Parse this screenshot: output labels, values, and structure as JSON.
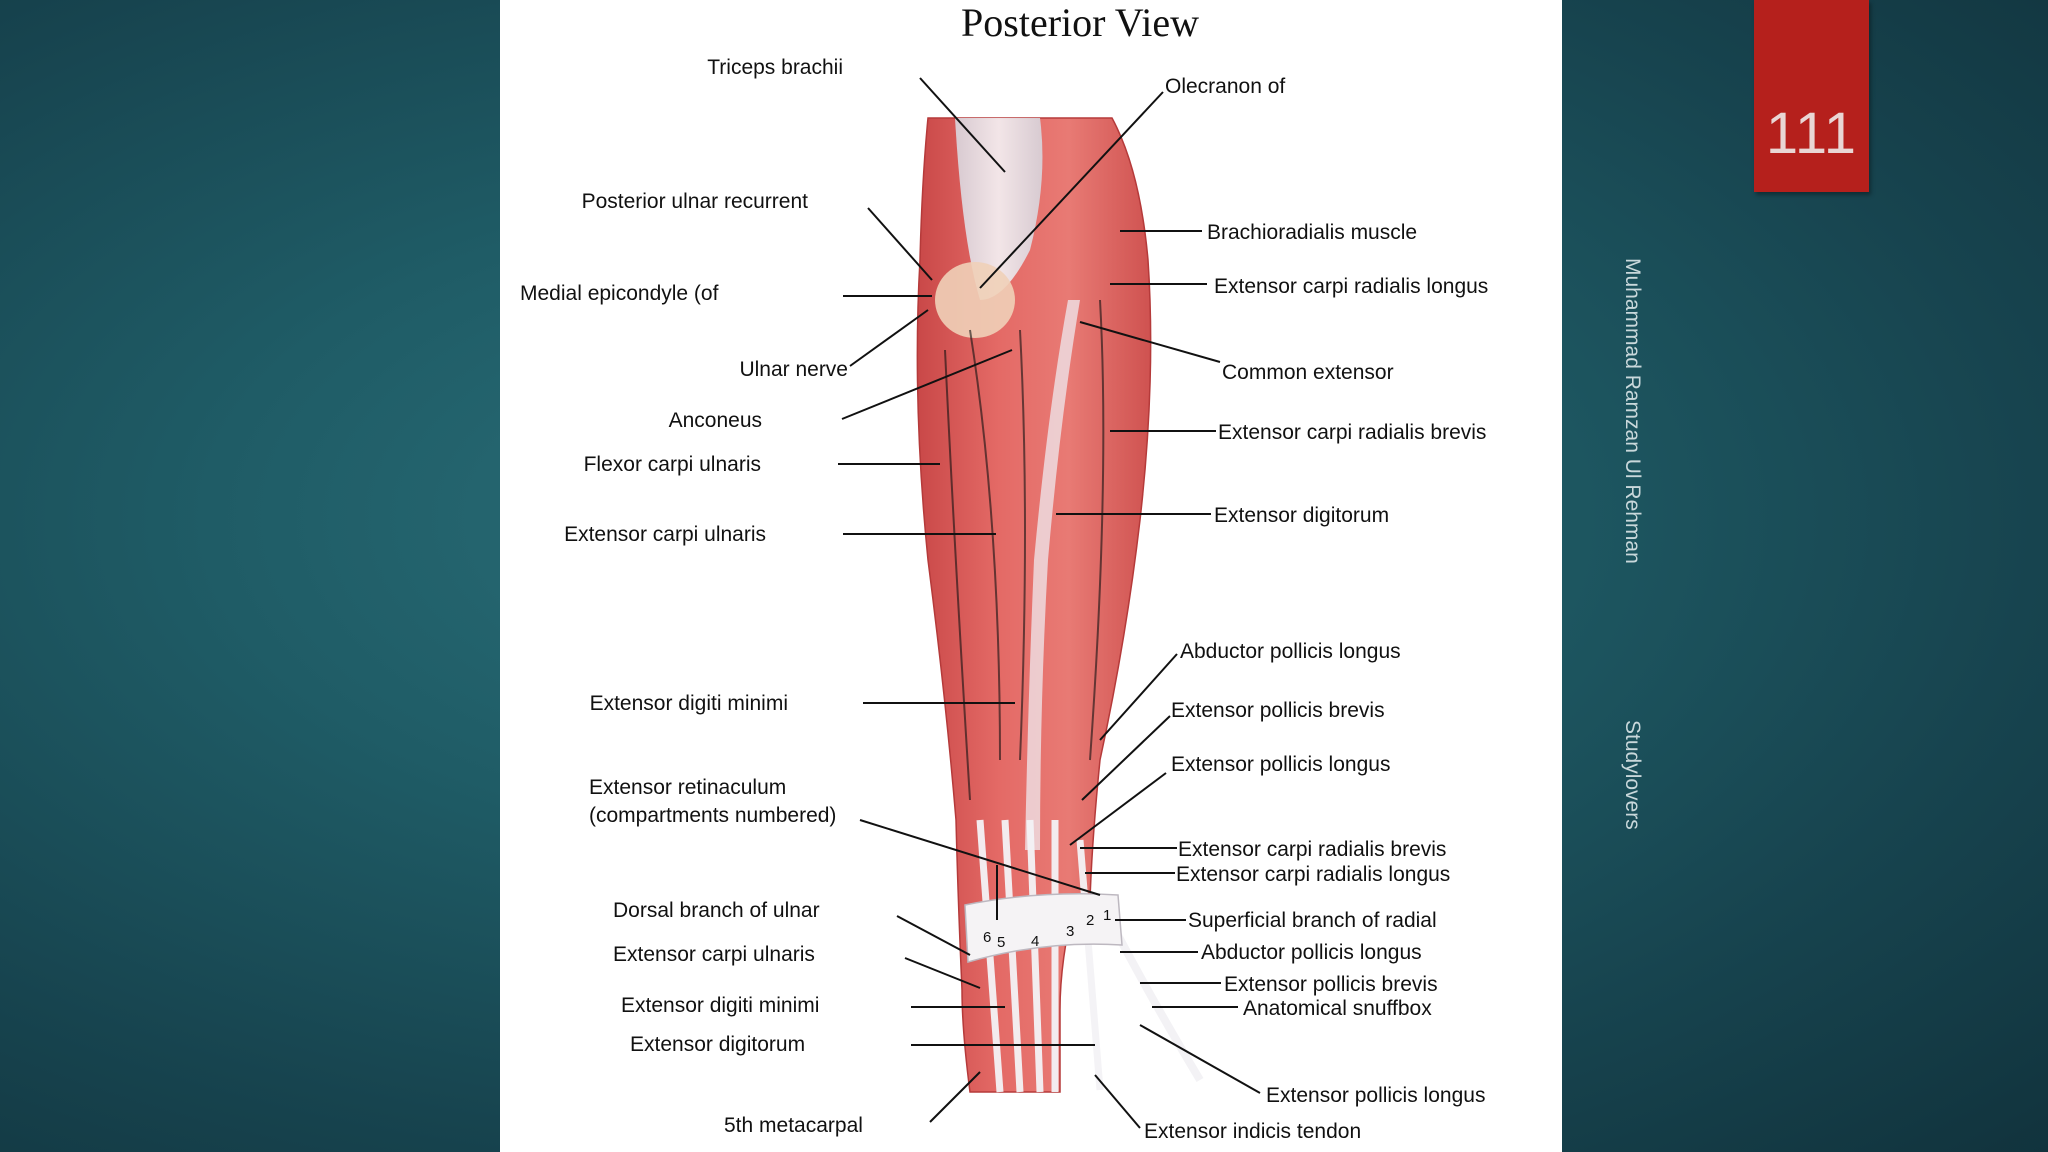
{
  "slide": {
    "page_number": "111",
    "author": "Muhammad Ramzan Ul Rehman",
    "site": "Studylovers"
  },
  "diagram": {
    "title": "Posterior View",
    "labels": {
      "triceps_brachii": "Triceps brachii",
      "olecranon": "Olecranon of",
      "posterior_ulnar_recurrent": "Posterior ulnar recurrent",
      "brachioradialis": "Brachioradialis muscle",
      "medial_epicondyle": "Medial epicondyle (of",
      "ecr_longus_top": "Extensor carpi radialis longus",
      "ulnar_nerve": "Ulnar nerve",
      "common_extensor": "Common extensor",
      "anconeus": "Anconeus",
      "ecr_brevis_top": "Extensor carpi radialis brevis",
      "flexor_carpi_ulnaris": "Flexor carpi ulnaris",
      "extensor_carpi_ulnaris_top": "Extensor carpi ulnaris",
      "extensor_digitorum_top": "Extensor digitorum",
      "abductor_pollicis_longus_top": "Abductor pollicis longus",
      "extensor_digiti_minimi_top": "Extensor digiti minimi",
      "extensor_pollicis_brevis_top": "Extensor pollicis brevis",
      "extensor_pollicis_longus_top": "Extensor pollicis longus",
      "extensor_retinaculum_1": "Extensor retinaculum",
      "extensor_retinaculum_2": "(compartments numbered)",
      "ecr_brevis_bottom": "Extensor carpi radialis brevis",
      "ecr_longus_bottom": "Extensor carpi radialis longus",
      "dorsal_branch_ulnar": "Dorsal branch of ulnar",
      "superficial_branch_radial": "Superficial branch of radial",
      "extensor_carpi_ulnaris_bottom": "Extensor carpi ulnaris",
      "abductor_pollicis_longus_bottom": "Abductor pollicis longus",
      "extensor_pollicis_brevis_bottom": "Extensor pollicis brevis",
      "extensor_digiti_minimi_bottom": "Extensor digiti minimi",
      "anatomical_snuffbox": "Anatomical snuffbox",
      "extensor_digitorum_bottom": "Extensor digitorum",
      "extensor_pollicis_longus_bottom": "Extensor pollicis longus",
      "fifth_metacarpal": "5th metacarpal",
      "extensor_indicis_tendon": "Extensor indicis tendon"
    },
    "compartments": [
      "6",
      "5",
      "4",
      "3",
      "2",
      "1"
    ]
  },
  "colors": {
    "badge": "#b5201c",
    "muscle": "#e0605e",
    "tendon": "#ecebef"
  }
}
